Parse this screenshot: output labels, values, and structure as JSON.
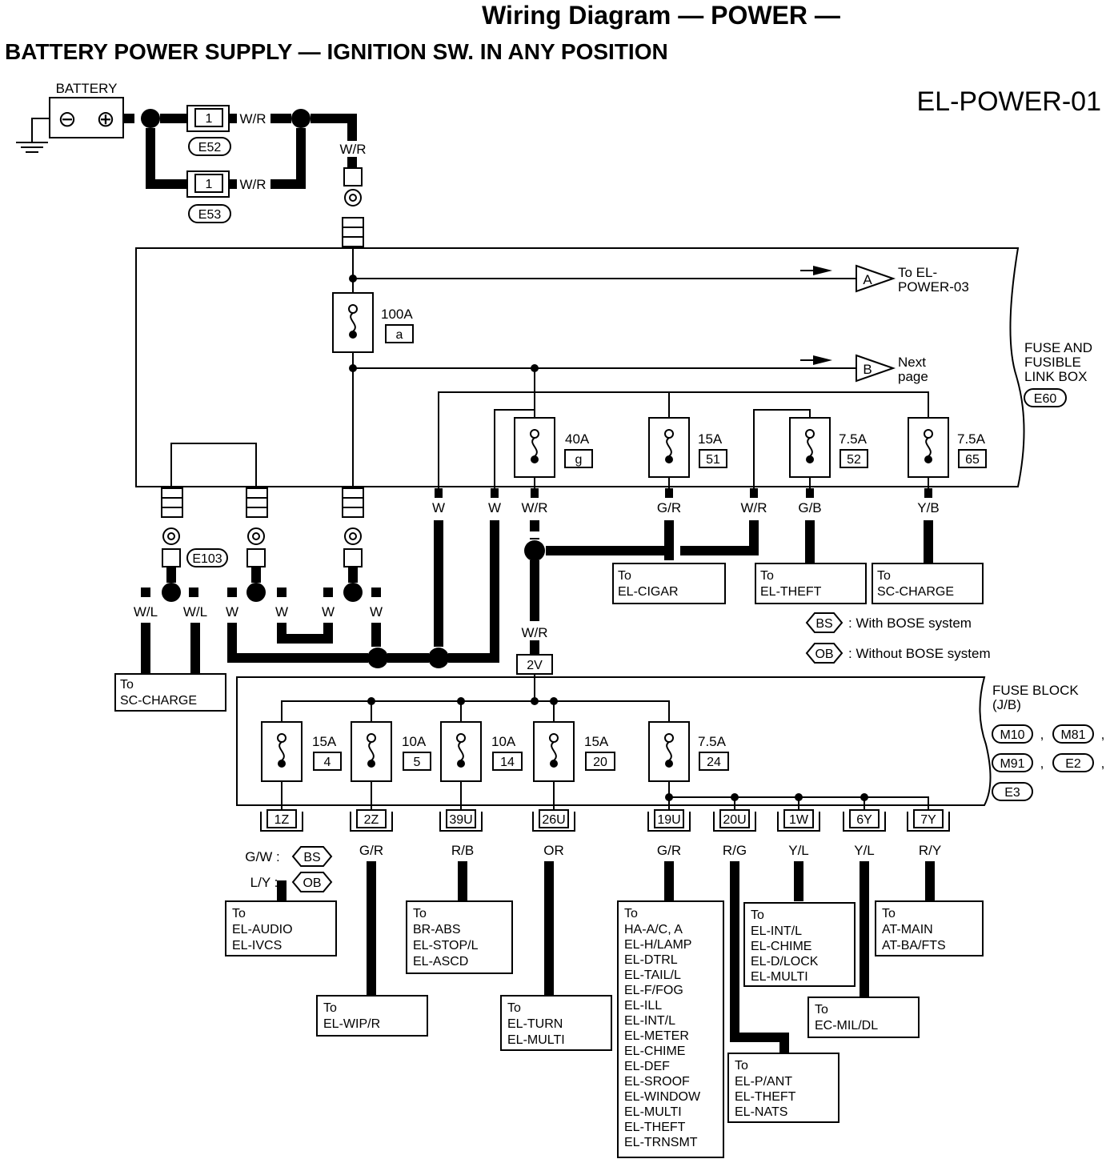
{
  "title": "Wiring Diagram — POWER —",
  "subtitle": "BATTERY POWER SUPPLY — IGNITION SW. IN ANY POSITION",
  "page_code": "EL-POWER-01",
  "battery": {
    "label": "BATTERY",
    "minus": "⊖",
    "plus": "⊕"
  },
  "connectors_top": [
    {
      "pin": "1",
      "wire": "W/R",
      "id": "E52"
    },
    {
      "pin": "1",
      "wire": "W/R",
      "id": "E53"
    }
  ],
  "riser_wire": "W/R",
  "arrow_a": {
    "letter": "A",
    "text1": "To EL-",
    "text2": "POWER-03"
  },
  "arrow_b": {
    "letter": "B",
    "text1": "Next",
    "text2": "page"
  },
  "fusible_box": {
    "l1": "FUSE AND",
    "l2": "FUSIBLE",
    "l3": "LINK BOX",
    "id": "E60"
  },
  "main_fuse": {
    "rating": "100A",
    "id": "a"
  },
  "link_fuses": [
    {
      "rating": "40A",
      "id": "g"
    },
    {
      "rating": "15A",
      "id": "51"
    },
    {
      "rating": "7.5A",
      "id": "52"
    },
    {
      "rating": "7.5A",
      "id": "65"
    }
  ],
  "box_wires": {
    "w1": "W",
    "w2": "W",
    "wr1": "W/R",
    "gr": "G/R",
    "wr2": "W/R",
    "gb": "G/B",
    "yb": "Y/B"
  },
  "e103": "E103",
  "lower_wires": {
    "wl1": "W/L",
    "wl2": "W/L",
    "w1": "W",
    "w2": "W",
    "w3": "W",
    "w4": "W",
    "wr": "W/R"
  },
  "dest_sc_charge_left": {
    "to": "To",
    "line1": "SC-CHARGE"
  },
  "dest_cigar": {
    "to": "To",
    "line1": "EL-CIGAR"
  },
  "dest_theft": {
    "to": "To",
    "line1": "EL-THEFT"
  },
  "dest_sc_charge_right": {
    "to": "To",
    "line1": "SC-CHARGE"
  },
  "legend": [
    {
      "tag": "BS",
      "text": ": With BOSE system"
    },
    {
      "tag": "OB",
      "text": ": Without BOSE system"
    }
  ],
  "fuse_block": {
    "l1": "FUSE BLOCK",
    "l2": "(J/B)",
    "ids": [
      "M10",
      "M81",
      "M91",
      "E2",
      "E3"
    ],
    "sep": ","
  },
  "input_conn": "2V",
  "block_fuses": [
    {
      "rating": "15A",
      "id": "4"
    },
    {
      "rating": "10A",
      "id": "5"
    },
    {
      "rating": "10A",
      "id": "14"
    },
    {
      "rating": "15A",
      "id": "20"
    },
    {
      "rating": "7.5A",
      "id": "24"
    }
  ],
  "outputs": [
    {
      "conn": "1Z",
      "wire": ""
    },
    {
      "conn": "2Z",
      "wire": "G/R"
    },
    {
      "conn": "39U",
      "wire": "R/B"
    },
    {
      "conn": "26U",
      "wire": "OR"
    },
    {
      "conn": "19U",
      "wire": "G/R"
    },
    {
      "conn": "20U",
      "wire": "R/G"
    },
    {
      "conn": "1W",
      "wire": "Y/L"
    },
    {
      "conn": "6Y",
      "wire": "Y/L"
    },
    {
      "conn": "7Y",
      "wire": "R/Y"
    }
  ],
  "opt_wires": [
    {
      "wire": "G/W :",
      "tag": "BS"
    },
    {
      "wire": "L/Y :",
      "tag": "OB"
    }
  ],
  "dest_audio": {
    "to": "To",
    "lines": [
      "EL-AUDIO",
      "EL-IVCS"
    ]
  },
  "dest_wipr": {
    "to": "To",
    "lines": [
      "EL-WIP/R"
    ]
  },
  "dest_abs": {
    "to": "To",
    "lines": [
      "BR-ABS",
      "EL-STOP/L",
      "EL-ASCD"
    ]
  },
  "dest_turn": {
    "to": "To",
    "lines": [
      "EL-TURN",
      "EL-MULTI"
    ]
  },
  "dest_big": {
    "to": "To",
    "lines": [
      "HA-A/C, A",
      "EL-H/LAMP",
      "EL-DTRL",
      "EL-TAIL/L",
      "EL-F/FOG",
      "EL-ILL",
      "EL-INT/L",
      "EL-METER",
      "EL-CHIME",
      "EL-DEF",
      "EL-SROOF",
      "EL-WINDOW",
      "EL-MULTI",
      "EL-THEFT",
      "EL-TRNSMT"
    ]
  },
  "dest_pant": {
    "to": "To",
    "lines": [
      "EL-P/ANT",
      "EL-THEFT",
      "EL-NATS"
    ]
  },
  "dest_intl": {
    "to": "To",
    "lines": [
      "EL-INT/L",
      "EL-CHIME",
      "EL-D/LOCK",
      "EL-MULTI"
    ]
  },
  "dest_ecmil": {
    "to": "To",
    "lines": [
      "EC-MIL/DL"
    ]
  },
  "dest_atmain": {
    "to": "To",
    "lines": [
      "AT-MAIN",
      "AT-BA/FTS"
    ]
  }
}
